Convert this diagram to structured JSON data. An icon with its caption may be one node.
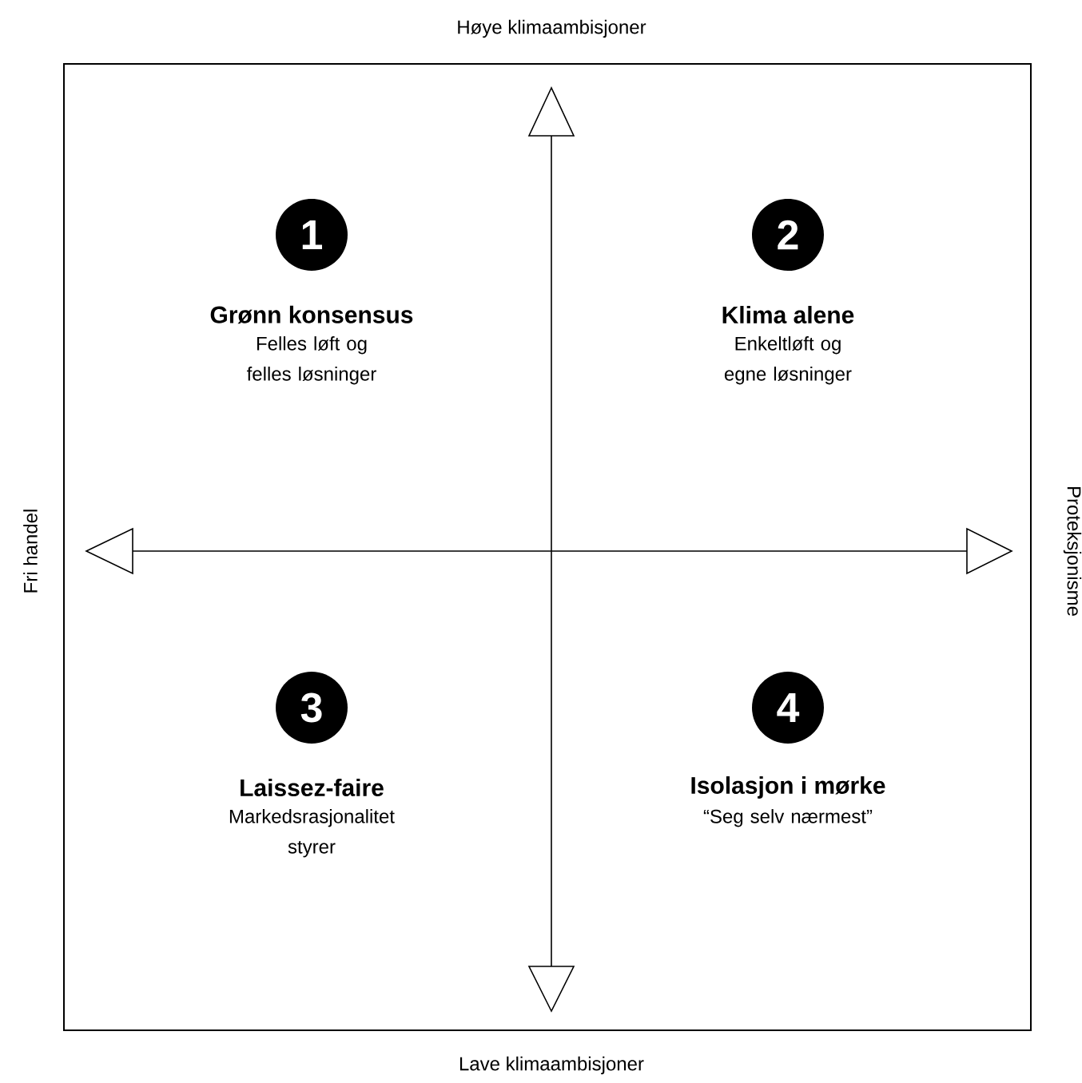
{
  "diagram": {
    "nodes": [
      {
        "text": [
          "1"
        ],
        "beside": [
          "Grønn konsensus",
          "Felles løft og felles løsninger"
        ]
      },
      {
        "text": [
          "2"
        ],
        "beside": [
          "Klima alene",
          "Enkeltløft og egne løsninger"
        ]
      },
      {
        "text": [
          "3"
        ],
        "beside": [
          "Laissez-faire",
          "Markedsrasjonalitet styrer"
        ]
      },
      {
        "text": [
          "4"
        ],
        "beside": [
          "Isolasjon i mørke",
          "“Seg selv nærmest”"
        ]
      }
    ],
    "labels": [
      "Høye klimaambisjoner",
      "Fri handel",
      "Proteksjonisme",
      "Lave klimaambisjoner"
    ]
  }
}
